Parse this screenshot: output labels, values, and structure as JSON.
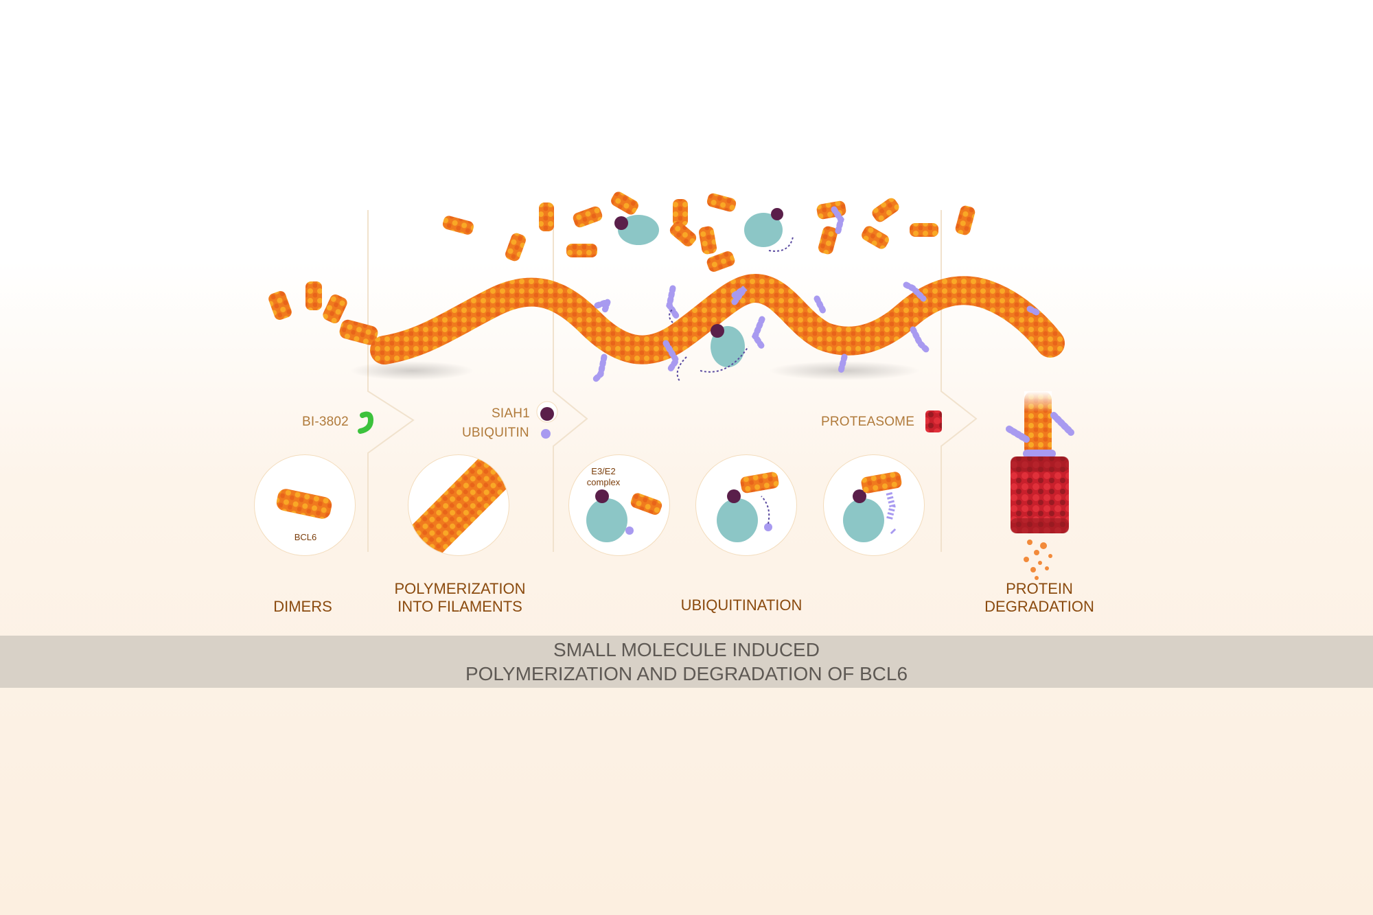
{
  "legend": {
    "compound": "BI-3802",
    "e3_ligase": "SIAH1",
    "ubiquitin": "UBIQUITIN",
    "proteasome": "PROTEASOME"
  },
  "circles": {
    "dimer_label": "BCL6",
    "complex_label_line1": "E3/E2",
    "complex_label_line2": "complex"
  },
  "stages": [
    {
      "line1": "DIMERS",
      "line2": ""
    },
    {
      "line1": "POLYMERIZATION",
      "line2": "INTO FILAMENTS"
    },
    {
      "line1": "UBIQUITINATION",
      "line2": ""
    },
    {
      "line1": "PROTEIN",
      "line2": "DEGRADATION"
    }
  ],
  "banner": {
    "line1": "SMALL MOLECULE INDUCED",
    "line2": "POLYMERIZATION AND DEGRADATION OF BCL6"
  },
  "colors": {
    "bcl6_orange": "#f07a1e",
    "bcl6_light": "#f9a826",
    "ubiquitin": "#a89af0",
    "siah1": "#5a1f4a",
    "e2": "#8cc6c6",
    "proteasome": "#c8202c",
    "compound": "#3cc23c",
    "banner_bg": "#d8d1c7"
  }
}
